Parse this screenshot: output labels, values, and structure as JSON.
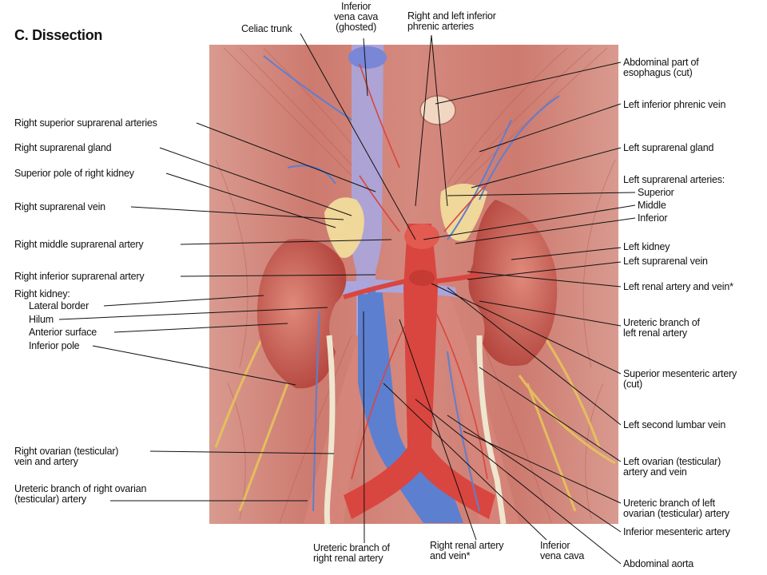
{
  "figure": {
    "title": "C. Dissection"
  },
  "labels": {
    "top": {
      "celiac_trunk": [
        "Celiac trunk"
      ],
      "ivc_ghosted": [
        "Inferior",
        "vena cava",
        "(ghosted)"
      ],
      "phrenic_arteries": [
        "Right and left inferior",
        "phrenic arteries"
      ]
    },
    "left": {
      "right_sup_supr_arteries": [
        "Right superior suprarenal arteries"
      ],
      "right_supr_gland": [
        "Right suprarenal gland"
      ],
      "sup_pole_right_kidney": [
        "Superior pole of right kidney"
      ],
      "right_supr_vein": [
        "Right suprarenal vein"
      ],
      "right_mid_supr_artery": [
        "Right middle suprarenal artery"
      ],
      "right_inf_supr_artery": [
        "Right inferior suprarenal artery"
      ],
      "right_kidney_head": [
        "Right kidney:"
      ],
      "lateral_border": [
        "Lateral border"
      ],
      "hilum": [
        "Hilum"
      ],
      "anterior_surface": [
        "Anterior surface"
      ],
      "inferior_pole": [
        "Inferior pole"
      ],
      "right_ovarian_vein_artery": [
        "Right ovarian (testicular)",
        "vein and artery"
      ],
      "ureteric_branch_right_ovarian": [
        "Ureteric branch of right ovarian",
        "(testicular) artery"
      ]
    },
    "right": {
      "abd_esophagus": [
        "Abdominal part of",
        "esophagus (cut)"
      ],
      "left_inf_phrenic_vein": [
        "Left inferior phrenic vein"
      ],
      "left_supr_gland": [
        "Left suprarenal gland"
      ],
      "left_supr_arteries": [
        "Left suprarenal arteries:"
      ],
      "superior": [
        "Superior"
      ],
      "middle": [
        "Middle"
      ],
      "inferior": [
        "Inferior"
      ],
      "left_kidney": [
        "Left kidney"
      ],
      "left_supr_vein": [
        "Left suprarenal vein"
      ],
      "left_renal_artery_vein": [
        "Left renal artery and vein*"
      ],
      "ureteric_branch_left_renal": [
        "Ureteric branch of",
        "left renal artery"
      ],
      "sup_mesenteric_artery": [
        "Superior mesenteric artery",
        "(cut)"
      ],
      "left_second_lumbar_vein": [
        "Left second lumbar vein"
      ],
      "left_ovarian_artery_vein": [
        "Left ovarian (testicular)",
        "artery and vein"
      ],
      "ureteric_branch_left_ovarian": [
        "Ureteric branch of left",
        "ovarian (testicular) artery"
      ],
      "inf_mesenteric_artery": [
        "Inferior mesenteric artery"
      ],
      "abdominal_aorta": [
        "Abdominal aorta"
      ]
    },
    "bottom": {
      "ureteric_branch_right_renal": [
        "Ureteric branch of",
        "right renal artery"
      ],
      "right_renal_artery_vein": [
        "Right renal artery",
        "and vein*"
      ],
      "ivc_bottom": [
        "Inferior",
        "vena cava"
      ]
    }
  },
  "colors": {
    "muscle": "#cf7f74",
    "artery": "#d9463f",
    "vein": "#5d7fd0",
    "ivc_ghost": "#a9a6de",
    "gland": "#f0d79a",
    "kidney": "#c8574e",
    "ureter": "#efe6cf",
    "nerve": "#e6c45a"
  }
}
